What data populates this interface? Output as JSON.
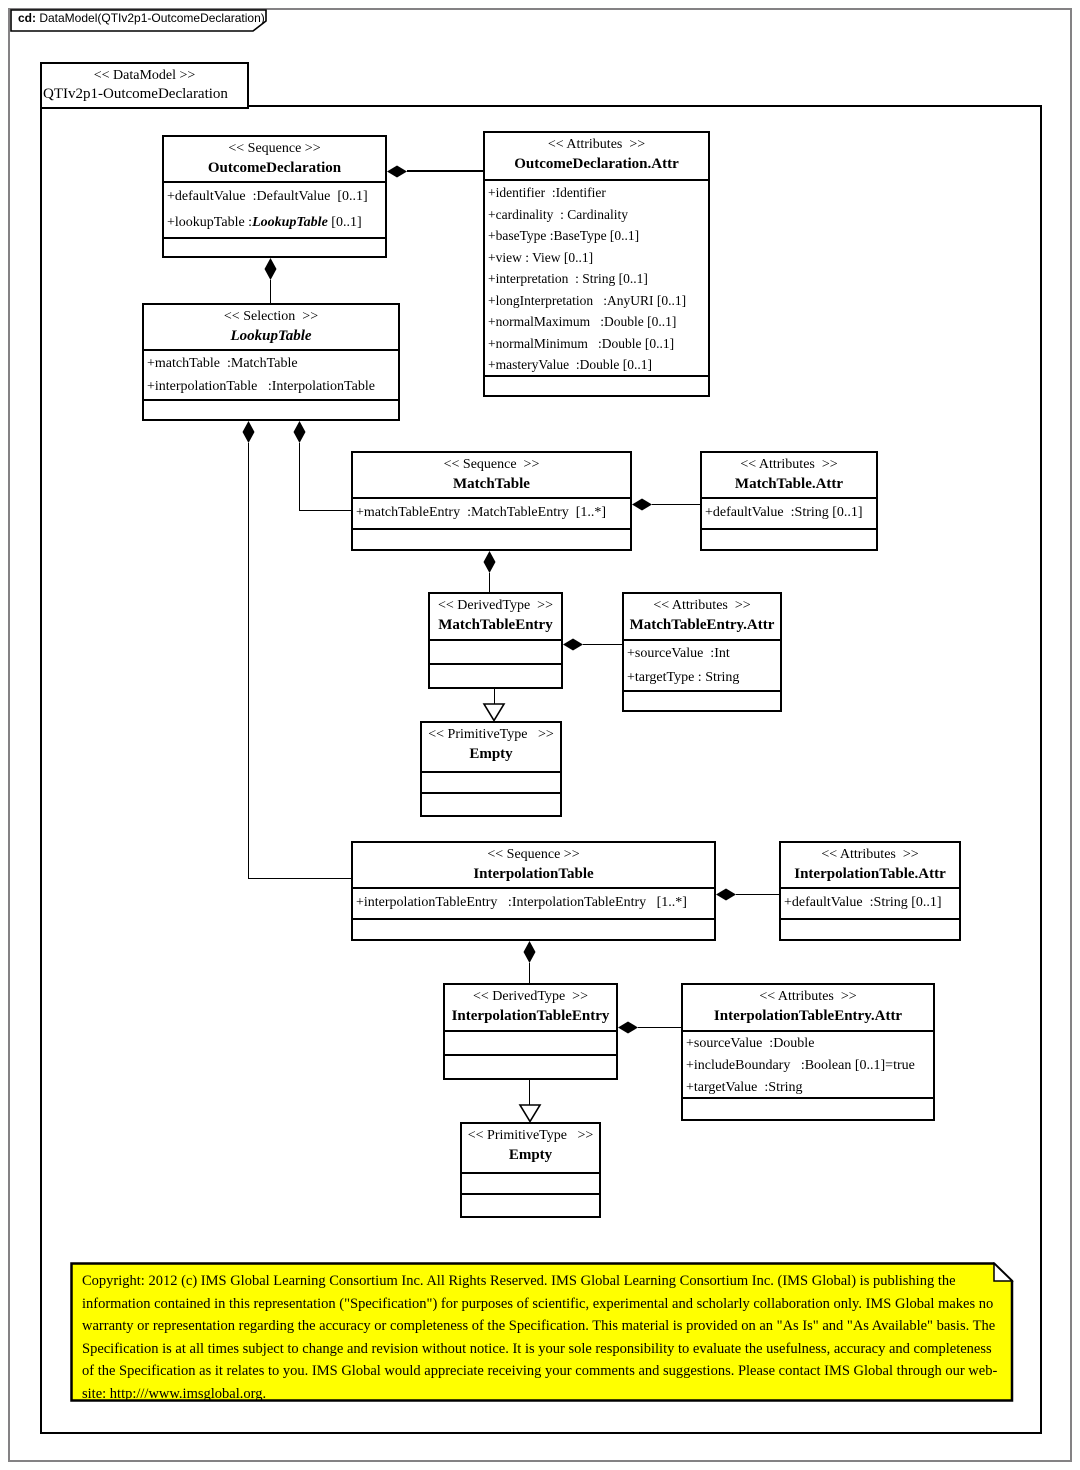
{
  "tab": {
    "prefix": "cd:",
    "title": " DataModel(QTIv2p1-OutcomeDeclaration)"
  },
  "frame_label": {
    "stereotype": "<< DataModel >>",
    "name": "QTIv2p1-OutcomeDeclaration"
  },
  "classes": {
    "outcomeDeclaration": {
      "stereotype": "<< Sequence >>",
      "name": "OutcomeDeclaration",
      "attr_default": "+defaultValue  :DefaultValue  [0..1]",
      "attr_lookup_pre": "+lookupTable :",
      "attr_lookup_italic": "LookupTable",
      "attr_lookup_post": " [0..1]"
    },
    "outcomeDeclarationAttr": {
      "stereotype": "<< Attributes  >>",
      "name": "OutcomeDeclaration.Attr",
      "attrs": [
        "+identifier  :Identifier",
        "+cardinality  : Cardinality",
        "+baseType :BaseType [0..1]",
        "+view : View [0..1]",
        "+interpretation  : String [0..1]",
        "+longInterpretation   :AnyURI [0..1]",
        "+normalMaximum   :Double [0..1]",
        "+normalMinimum   :Double [0..1]",
        "+masteryValue  :Double [0..1]"
      ]
    },
    "lookupTable": {
      "stereotype": "<< Selection  >>",
      "name": "LookupTable",
      "attrs": [
        "+matchTable  :MatchTable",
        "+interpolationTable   :InterpolationTable"
      ]
    },
    "matchTable": {
      "stereotype": "<< Sequence  >>",
      "name": "MatchTable",
      "attrs": [
        "+matchTableEntry  :MatchTableEntry  [1..*]"
      ]
    },
    "matchTableAttr": {
      "stereotype": "<< Attributes  >>",
      "name": "MatchTable.Attr",
      "attrs": [
        "+defaultValue  :String [0..1]"
      ]
    },
    "matchTableEntry": {
      "stereotype": "<< DerivedType  >>",
      "name": "MatchTableEntry"
    },
    "matchTableEntryAttr": {
      "stereotype": "<< Attributes  >>",
      "name": "MatchTableEntry.Attr",
      "attrs": [
        "+sourceValue  :Int",
        "+targetType : String"
      ]
    },
    "empty1": {
      "stereotype": "<< PrimitiveType   >>",
      "name": "Empty"
    },
    "interpolationTable": {
      "stereotype": "<< Sequence >>",
      "name": "InterpolationTable",
      "attrs": [
        "+interpolationTableEntry   :InterpolationTableEntry   [1..*]"
      ]
    },
    "interpolationTableAttr": {
      "stereotype": "<< Attributes  >>",
      "name": "InterpolationTable.Attr",
      "attrs": [
        "+defaultValue  :String [0..1]"
      ]
    },
    "interpolationTableEntry": {
      "stereotype": "<< DerivedType  >>",
      "name": "InterpolationTableEntry"
    },
    "interpolationTableEntryAttr": {
      "stereotype": "<< Attributes  >>",
      "name": "InterpolationTableEntry.Attr",
      "attrs": [
        "+sourceValue  :Double",
        "+includeBoundary   :Boolean [0..1]=true",
        "+targetValue  :String"
      ]
    },
    "empty2": {
      "stereotype": "<< PrimitiveType   >>",
      "name": "Empty"
    }
  },
  "note": {
    "text": "Copyright: 2012 (c) IMS Global Learning Consortium Inc.   All Rights Reserved.   IMS Global Learning Consortium Inc. (IMS Global) is publishing the information contained in this representation (\"Specification\") for purposes of scientific, experimental and scholarly collaboration only.   IMS Global makes no warranty or representation regarding the accuracy or completeness of the Specification.   This material is provided on an \"As Is\" and \"As Available\" basis.   The Specification is at all times subject to change and revision without notice.   It is your sole responsibility to evaluate the usefulness, accuracy and completeness of the Specification as it relates to you.   IMS Global would appreciate receiving your comments and suggestions.   Please contact IMS Global through our web-site: http:///www.imsglobal.org."
  },
  "colors": {
    "note_fill": "#FFFF00",
    "line": "#000000",
    "outer_border": "#848284"
  }
}
